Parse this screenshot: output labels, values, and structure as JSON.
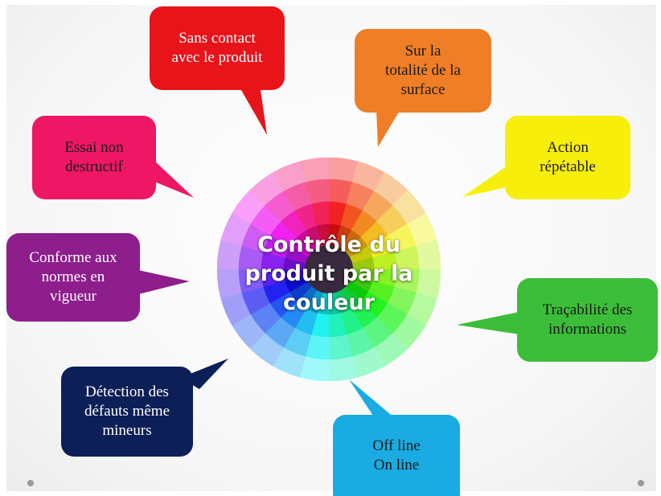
{
  "center": {
    "lines": [
      "Contrôle du",
      "produit par la",
      "couleur"
    ]
  },
  "bubbles": [
    {
      "id": "sans-contact",
      "lines": [
        "Sans contact",
        "avec le produit"
      ],
      "color": "#e8141a",
      "text_color": "#ffffff"
    },
    {
      "id": "surface",
      "lines": [
        "Sur la",
        "totalité de la",
        "surface"
      ],
      "color": "#ef7e27",
      "text_color": "#1a1a1a"
    },
    {
      "id": "action",
      "lines": [
        "Action",
        "répétable"
      ],
      "color": "#f7ee0c",
      "text_color": "#1a1a1a"
    },
    {
      "id": "essai",
      "lines": [
        "Essai non",
        "destructif"
      ],
      "color": "#ee1765",
      "text_color": "#1a1a1a"
    },
    {
      "id": "conforme",
      "lines": [
        "Conforme aux",
        "normes en",
        "vigueur"
      ],
      "color": "#8d1e8c",
      "text_color": "#ffffff"
    },
    {
      "id": "tracabilite",
      "lines": [
        "Traçabilité des",
        "informations"
      ],
      "color": "#3cbd3a",
      "text_color": "#1a1a1a"
    },
    {
      "id": "detection",
      "lines": [
        "Détection des",
        "défauts même",
        "mineurs"
      ],
      "color": "#0d1f57",
      "text_color": "#ffffff"
    },
    {
      "id": "offline",
      "lines": [
        "Off line",
        "On line"
      ],
      "color": "#1aabe2",
      "text_color": "#1a1a1a"
    }
  ]
}
